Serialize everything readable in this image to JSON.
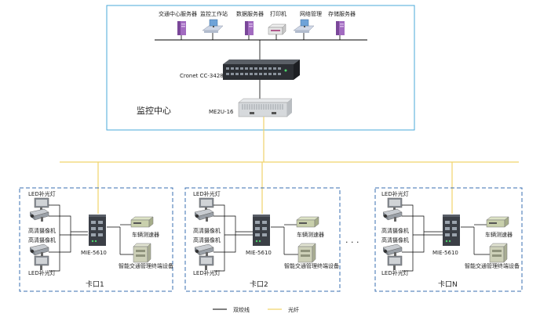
{
  "control_center": {
    "label": "监控中心",
    "servers": [
      {
        "label": "交通中心服务器",
        "icon": "tower-server-icon"
      },
      {
        "label": "监控工作站",
        "icon": "workstation-icon"
      },
      {
        "label": "数据服务器",
        "icon": "tower-server-icon"
      },
      {
        "label": "打印机",
        "icon": "printer-icon"
      },
      {
        "label": "网络管理",
        "icon": "workstation-icon"
      },
      {
        "label": "存储服务器",
        "icon": "tower-server-icon"
      }
    ],
    "core_switch_label": "Cronet CC-3428",
    "media_converter_label": "ME2U-16"
  },
  "checkpoints": [
    {
      "name": "卡口1",
      "led_top": "LED补光灯",
      "camera_1": "高清摄像机",
      "camera_2": "高清摄像机",
      "led_bottom": "LED补光灯",
      "switch_label": "MIE-5610",
      "detector_label": "车辆测速器",
      "terminal_label": "智能交通管理终端设备"
    },
    {
      "name": "卡口2",
      "led_top": "LED补光灯",
      "camera_1": "高清摄像机",
      "camera_2": "高清摄像机",
      "led_bottom": "LED补光灯",
      "switch_label": "MIE-5610",
      "detector_label": "车辆测速器",
      "terminal_label": "智能交通管理终端设备"
    },
    {
      "name": "卡口N",
      "led_top": "LED补光灯",
      "camera_1": "高清摄像机",
      "camera_2": "高清摄像机",
      "led_bottom": "LED补光灯",
      "switch_label": "MIE-5610",
      "detector_label": "车辆测速器",
      "terminal_label": "智能交通管理终端设备"
    }
  ],
  "ellipsis": "· · ·",
  "legend": [
    {
      "label": "双绞线",
      "color": "#000000"
    },
    {
      "label": "光纤",
      "color": "#f1d36a"
    }
  ],
  "colors": {
    "fiber": "#f1d36a",
    "twisted_pair": "#000000",
    "border_center": "#4aa8d8",
    "border_checkpoint": "#3a6fb0"
  }
}
